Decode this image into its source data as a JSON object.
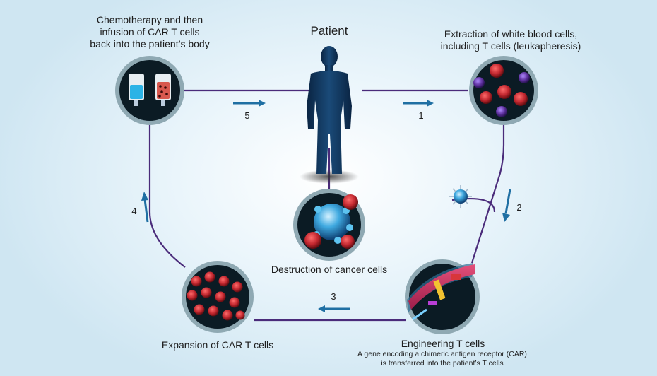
{
  "title": "Patient",
  "steps": [
    {
      "number": "1",
      "caption": [
        "Extraction of white blood cells,",
        "including T cells (leukapheresis)"
      ]
    },
    {
      "number": "2",
      "caption": []
    },
    {
      "number": "3",
      "caption": [
        "Engineering T cells"
      ],
      "detail": [
        "A gene encoding a chimeric antigen receptor (CAR)",
        "is transferred into the patient’s T cells"
      ]
    },
    {
      "number": "4",
      "caption": [
        "Expansion of CAR T cells"
      ]
    },
    {
      "number": "5",
      "caption": [
        "Chemotherapy and then",
        "infusion of CAR T cells",
        "back into the patient’s body"
      ]
    }
  ],
  "center_caption": "Destruction of cancer cells",
  "colors": {
    "loop_line": "#4a2b7a",
    "arrow": "#1f6fa3",
    "circle_ring": "#8fa9b3",
    "circle_fill": "#0b1b24",
    "cell_red": "#c0262e",
    "tcell_purple": "#5b2e9b",
    "body": "#0d2f52",
    "bag_blue": "#2bb3e6",
    "bag_red": "#d8584e"
  }
}
